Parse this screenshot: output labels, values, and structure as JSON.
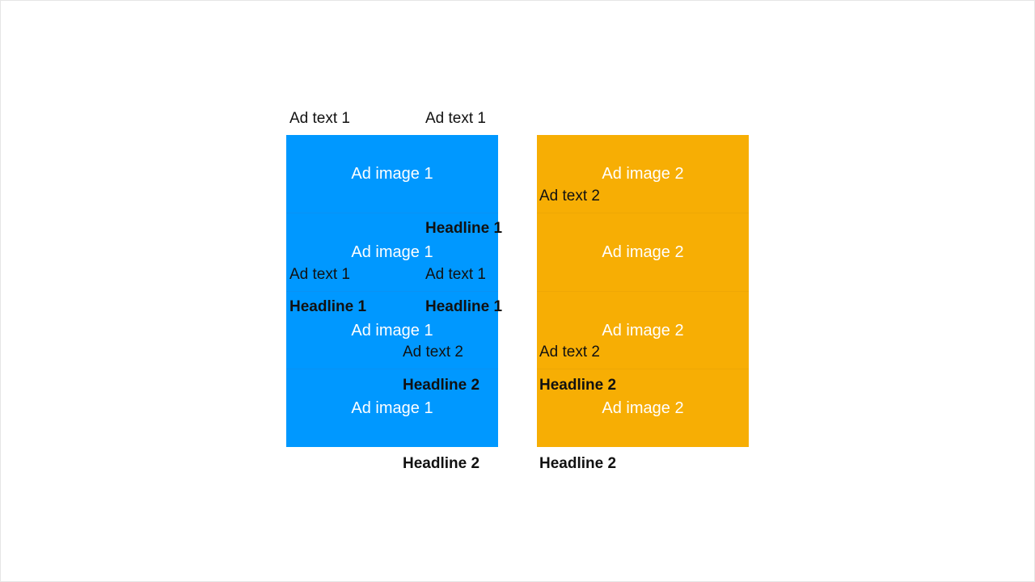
{
  "diagram": {
    "image1_label": "Ad image 1",
    "image2_label": "Ad image 2",
    "text1": "Ad text 1",
    "text2": "Ad text 2",
    "headline1": "Headline 1",
    "headline2": "Headline 2",
    "colors": {
      "ad1": "#0098ff",
      "ad2": "#f7ae04",
      "text": "#111111",
      "image_text": "#ffffff"
    }
  }
}
